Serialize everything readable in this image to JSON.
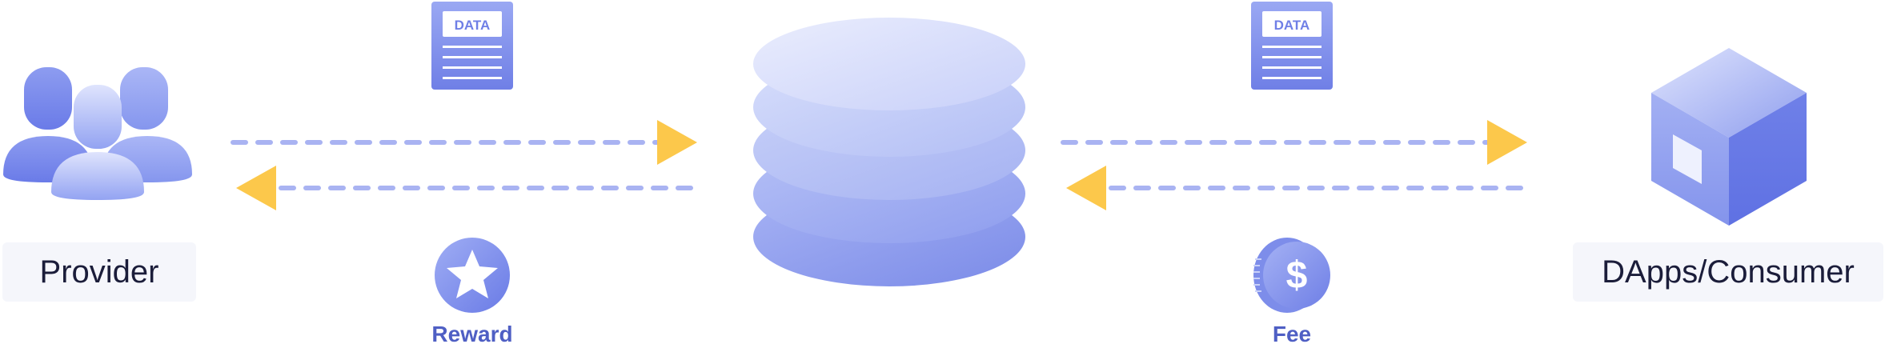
{
  "nodes": {
    "provider": {
      "label": "Provider"
    },
    "consumer": {
      "label": "DApps/Consumer"
    }
  },
  "documents": {
    "left": {
      "text": "DATA"
    },
    "right": {
      "text": "DATA"
    }
  },
  "captions": {
    "reward": "Reward",
    "fee": "Fee"
  },
  "icons": {
    "provider": "users-icon",
    "data_left": "document-icon",
    "data_right": "document-icon",
    "database": "database-stack-icon",
    "consumer": "cube-icon",
    "reward": "star-coin-icon",
    "fee": "dollar-coin-icon"
  },
  "colors": {
    "primary": "#6f7fe6",
    "light": "#dfe3fb",
    "dash": "#a9b3f2",
    "arrow": "#fcc84b",
    "caption": "#4f5fc4",
    "label_bg": "#f5f6fb"
  }
}
